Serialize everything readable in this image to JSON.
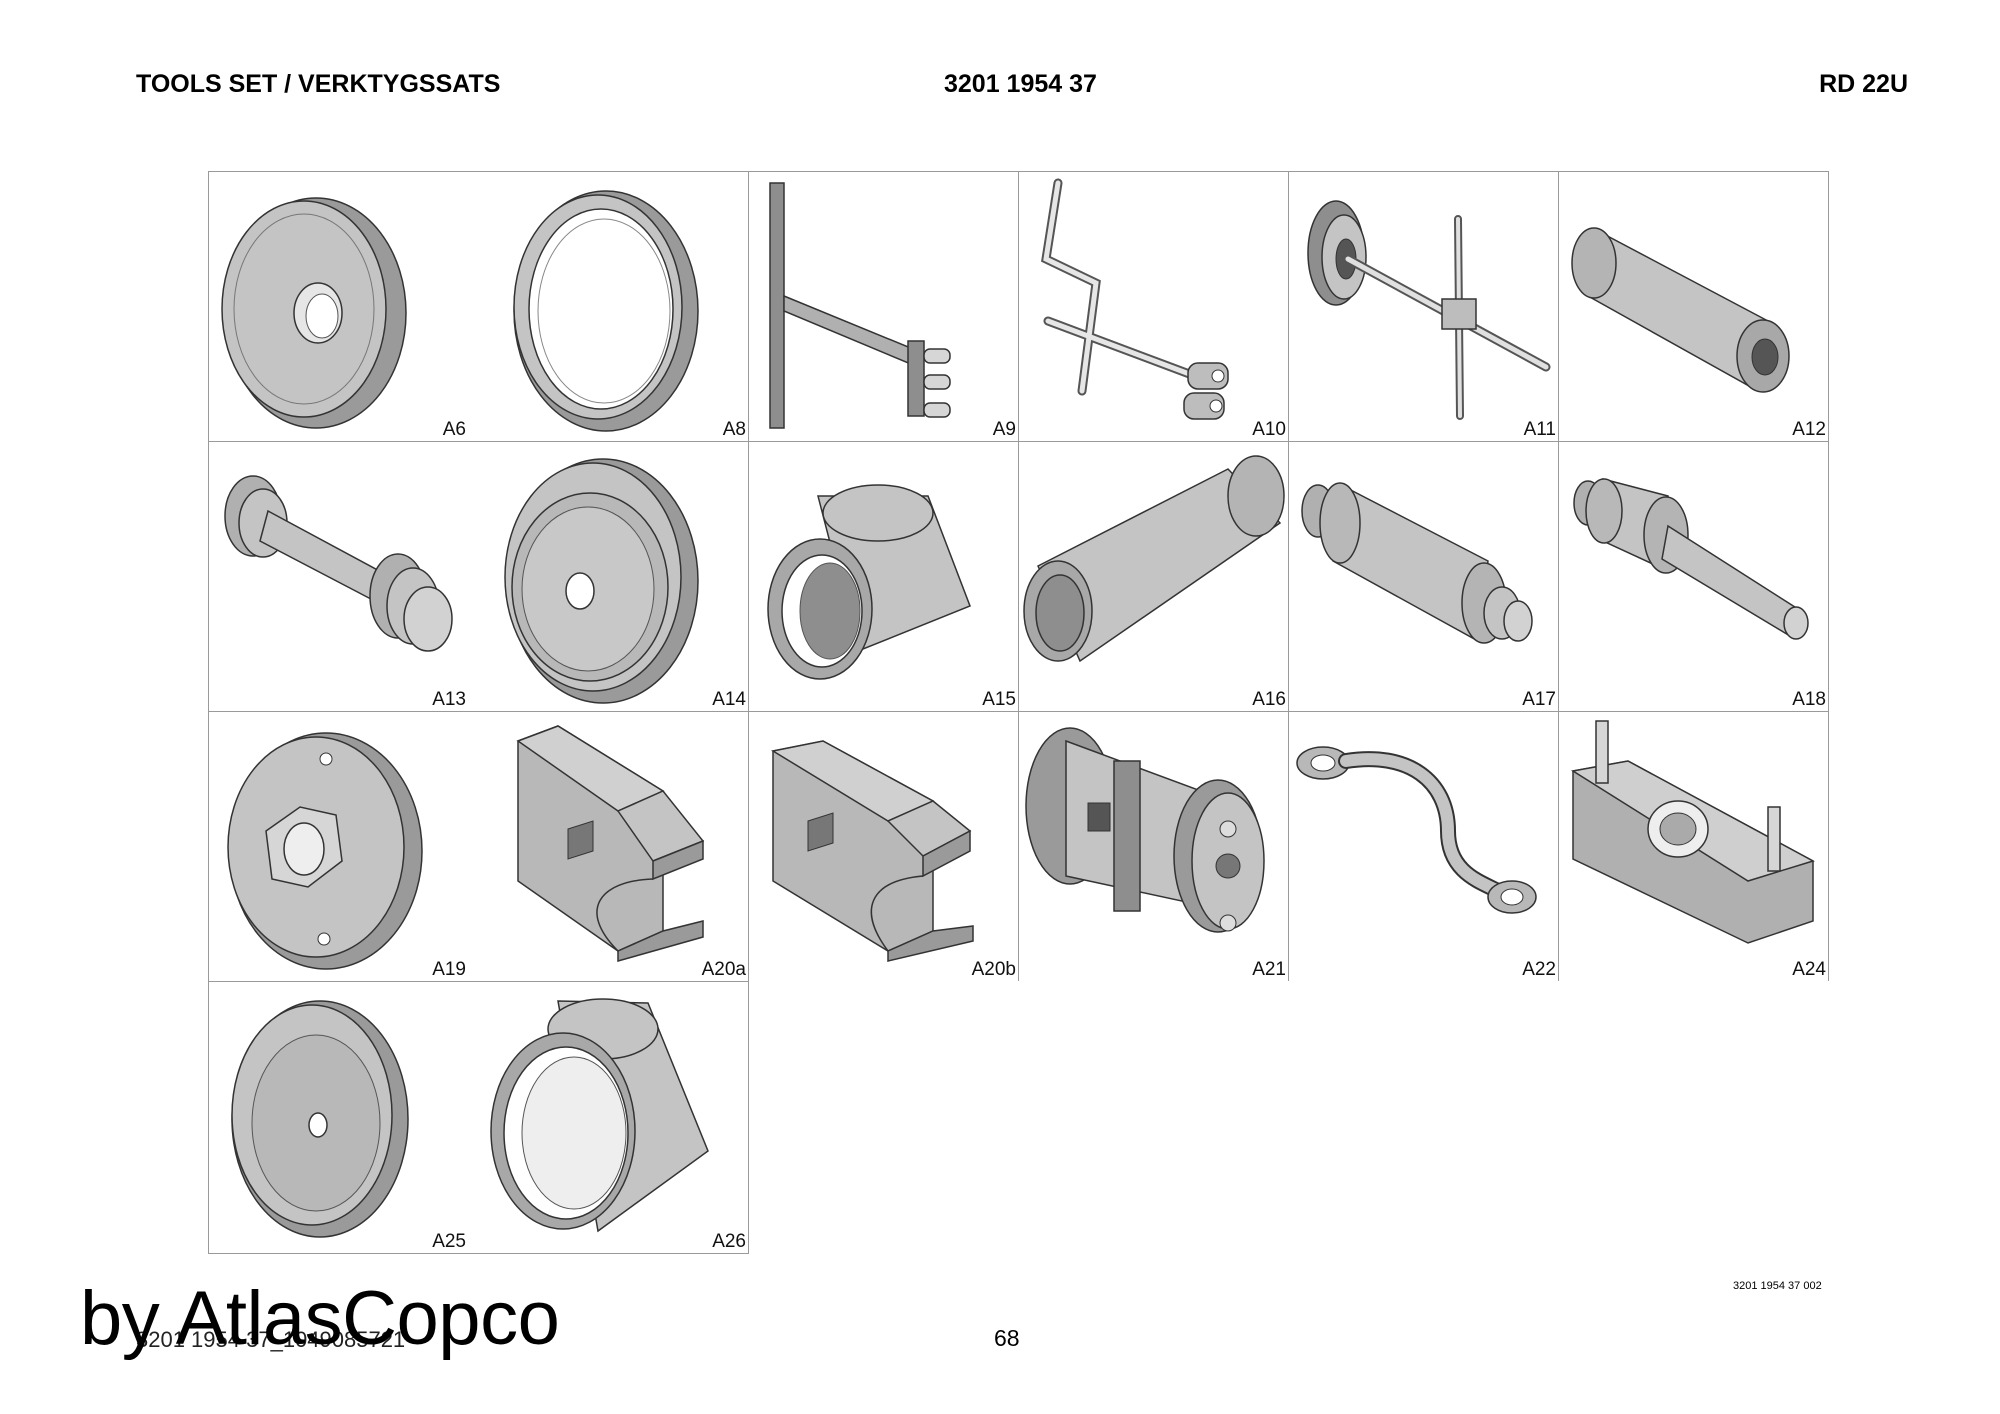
{
  "header": {
    "left": "TOOLS SET / VERKTYGSSATS",
    "center": "3201 1954 37",
    "right": "RD 22U"
  },
  "tools": [
    {
      "label": "A6",
      "icon": "disc-icon"
    },
    {
      "label": "A8",
      "icon": "ring-icon"
    },
    {
      "label": "A9",
      "icon": "puller-bar-icon"
    },
    {
      "label": "A10",
      "icon": "bent-rod-icon"
    },
    {
      "label": "A11",
      "icon": "t-handle-puller-icon"
    },
    {
      "label": "A12",
      "icon": "tube-icon"
    },
    {
      "label": "A13",
      "icon": "stepped-pin-icon"
    },
    {
      "label": "A14",
      "icon": "flanged-disc-icon"
    },
    {
      "label": "A15",
      "icon": "sleeve-icon"
    },
    {
      "label": "A16",
      "icon": "long-tube-icon"
    },
    {
      "label": "A17",
      "icon": "stepped-cylinder-icon"
    },
    {
      "label": "A18",
      "icon": "mandrel-icon"
    },
    {
      "label": "A19",
      "icon": "flange-with-nut-icon"
    },
    {
      "label": "A20a",
      "icon": "fork-block-icon"
    },
    {
      "label": "A20b",
      "icon": "fork-block-icon"
    },
    {
      "label": "A21",
      "icon": "press-assembly-icon"
    },
    {
      "label": "A22",
      "icon": "offset-wrench-icon"
    },
    {
      "label": "A24",
      "icon": "spline-fixture-icon"
    },
    {
      "label": "A25",
      "icon": "pressing-disc-icon"
    },
    {
      "label": "A26",
      "icon": "wide-ring-icon"
    }
  ],
  "footer": {
    "drawing_code": "3201 1954 37 002",
    "page_number": "68",
    "doc_ref": "3201 1954 37_1049085721",
    "watermark": "by AtlasCopco"
  },
  "colors": {
    "part_fill": "#c4c4c4",
    "part_dark": "#8e8e8e",
    "part_light": "#e6e6e6",
    "grid_line": "#9a9a9a"
  }
}
